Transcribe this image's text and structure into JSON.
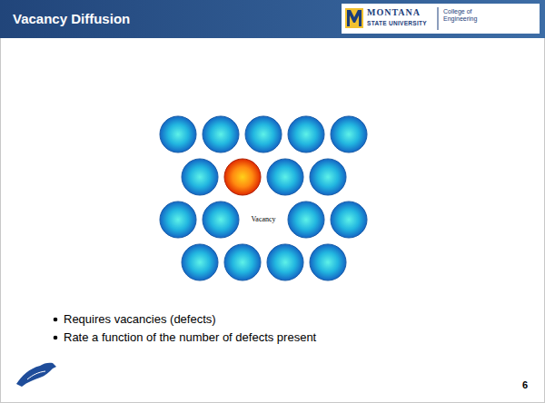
{
  "diagram": {
    "title": "Vacancy Diffusion",
    "labels": [
      "MONTANA",
      "STATE UNIVERSITY",
      "College of Engineering",
      "Vacancy",
      "Requires vacancies (defects)",
      "Rate a function of the number of defects present",
      "6"
    ]
  }
}
